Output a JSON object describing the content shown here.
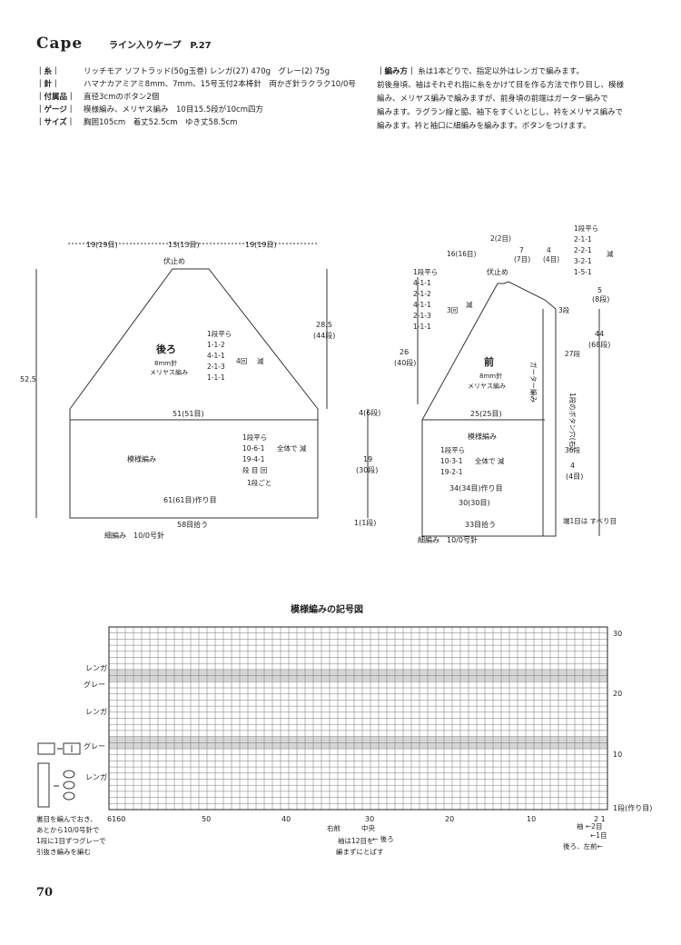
{
  "header": {
    "title": "Cape",
    "subtitle": "ライン入りケープ　P.27"
  },
  "specs": [
    {
      "key": "｜糸｜",
      "value": "リッチモア ソフトラッド(50g玉巻) レンガ(27) 470g　グレー(2) 75g"
    },
    {
      "key": "｜針｜",
      "value": "ハマナカアミアミ8mm、7mm、15号玉付2本棒針　両かぎ針ラクラク10/0号"
    },
    {
      "key": "｜付属品｜",
      "value": "直径3cmのボタン2個"
    },
    {
      "key": "｜ゲージ｜",
      "value": "模様編み、メリヤス編み　10目15.5段が10cm四方"
    },
    {
      "key": "｜サイズ｜",
      "value": "胸囲105cm　着丈52.5cm　ゆき丈58.5cm"
    }
  ],
  "method": {
    "key": "｜編み方｜",
    "lines": [
      "糸は1本どりで、指定以外はレンガで編みます。",
      "前後身頃、袖はそれぞれ指に糸をかけて目を作る方法で作り目し、模様",
      "編み、メリヤス編みで編みますが、前身頃の前端はガーター編みで",
      "編みます。ラグラン線と脇、袖下をすくいとじし、衿をメリヤス編みで",
      "編みます。衿と袖口に細編みを編みます。ボタンをつけます。"
    ]
  },
  "back": {
    "top_dims": [
      "19(19目)",
      "13(13目)",
      "19(19目)"
    ],
    "neck": "伏止め",
    "height_total": "52.5",
    "raglan_h": "28.5",
    "raglan_rows": "(44段)",
    "name": "後ろ",
    "needle": "8mm針",
    "stitch": "メリヤス編み",
    "dec_lines": [
      "1段平ら",
      "1-1-2",
      "4-1-1",
      "2-1-3",
      "1-1-1"
    ],
    "dec_rep": "4回",
    "dec_label": "減",
    "width_51": "51(51目)",
    "pattern": "模様編み",
    "side_lines": [
      "1段平ら",
      "10-6-1",
      "19-4-1",
      "段 目 回"
    ],
    "side_note": "全体で\n減",
    "side_note2": "1段ごと",
    "cast_on": "61(61目)作り目",
    "pickup": "58目拾う",
    "edge": "細編み　10/0号針",
    "h19": "19",
    "h19rows": "(30段)",
    "h4": "4(6段)",
    "h1": "1(1段)"
  },
  "front": {
    "top1": "2(2目)",
    "top2": "16(16目)",
    "top3": "7",
    "top3b": "(7目)",
    "top4": "4",
    "top4b": "(4目)",
    "neck": "伏止め",
    "dec_lines": [
      "1段平ら",
      "4-1-1",
      "2-1-2",
      "4-1-1",
      "2-1-3",
      "1-1-1"
    ],
    "dec_rep": "3回",
    "dec_label": "減",
    "neck_dec": [
      "1段平ら",
      "2-1-1",
      "2-2-1",
      "3-2-1",
      "1-5-1"
    ],
    "neck_label": "減",
    "h26": "26",
    "h26r": "(40段)",
    "h44": "44",
    "h44r": "(68段)",
    "h5": "5",
    "h5r": "(8段)",
    "name": "前",
    "needle": "8mm針",
    "stitch": "メリヤス編み",
    "garter": "ガーター編み",
    "g27": "27段",
    "g3": "3段",
    "btn": "1段のボタン穴(右)",
    "g36": "36段",
    "width_25": "25(25目)",
    "pattern": "模様編み",
    "side_lines": [
      "1段平ら",
      "10-3-1",
      "19-2-1"
    ],
    "side_note": "全体で\n減",
    "cast_on": "34(34目)作り目",
    "w30": "30(30目)",
    "pickup": "33目拾う",
    "edge": "細編み　10/0号針",
    "h4": "4",
    "h4r": "(4目)",
    "end_note": "端1目は\nすべり目"
  },
  "chart": {
    "title": "模様編みの記号図",
    "row_ticks": [
      "30",
      "20",
      "10",
      "1段(作り目)"
    ],
    "col_ticks": [
      "6160",
      "50",
      "40",
      "30",
      "20",
      "10",
      "2 1"
    ],
    "labels_left": [
      "レンガ",
      "グレー",
      "レンガ",
      "グレー",
      "レンガ"
    ],
    "notes_center": [
      "右前",
      "中央",
      "袖は12目を",
      "編まずにとばす"
    ],
    "notes_center2": "← 後ろ",
    "notes_right": [
      "袖 ←2目",
      "←1目",
      "後ろ、左前←"
    ],
    "legend_eq": "＝",
    "legend_note": [
      "裏目を編んでおき、",
      "あとから10/0号針で",
      "1段に1目ずつグレーで",
      "引抜き編みを編む"
    ]
  },
  "page_number": "70"
}
